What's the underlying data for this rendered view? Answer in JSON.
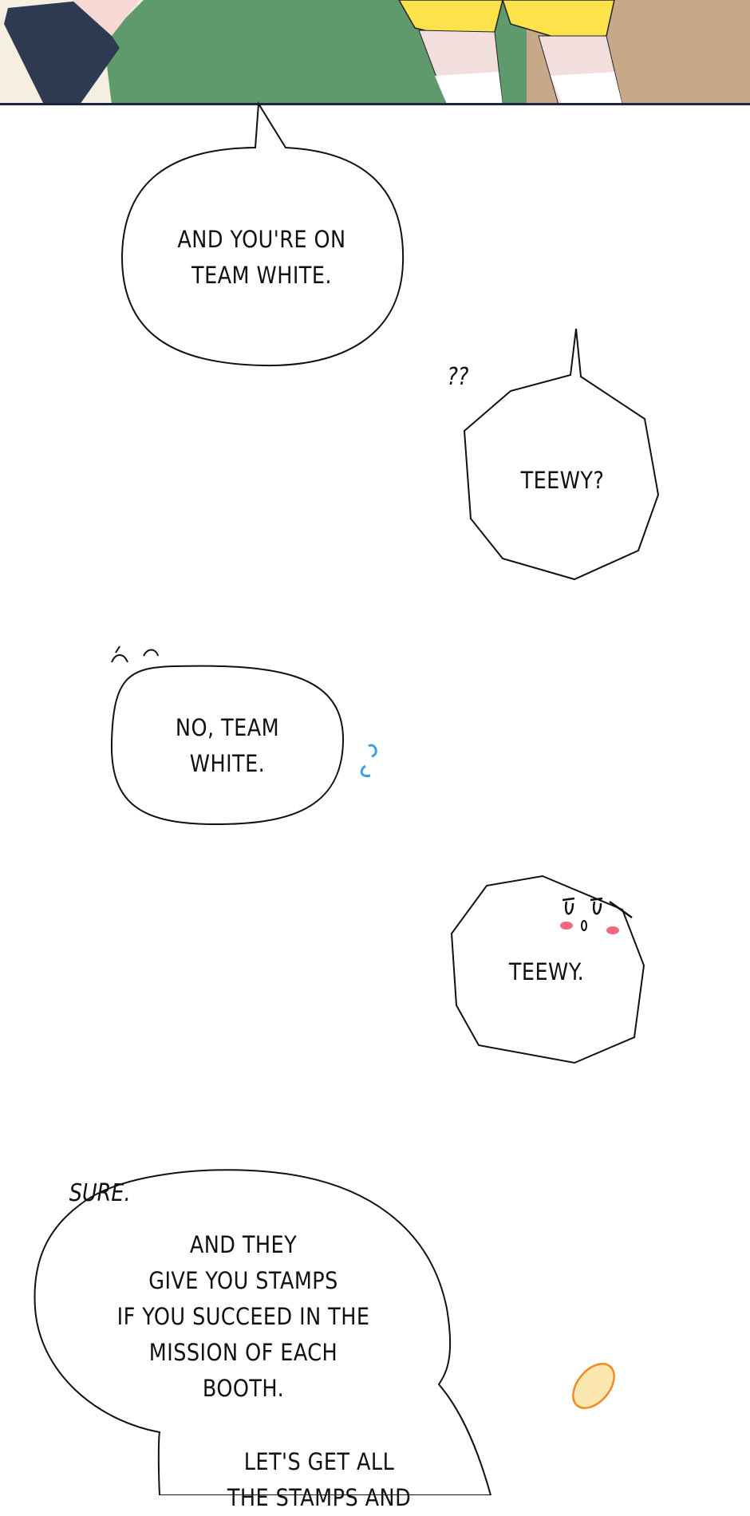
{
  "panel": {
    "colors": {
      "background": "#5f9a6c",
      "shorts": "#fde24c",
      "jacket": "#2e3a52",
      "border": "#1e2540"
    }
  },
  "bubbles": [
    {
      "lines": [
        "AND YOU'RE ON",
        "TEAM WHITE."
      ]
    },
    {
      "lines": [
        "TEEWY?"
      ],
      "sfx": "??"
    },
    {
      "lines": [
        "NO, TEAM",
        "WHITE."
      ]
    },
    {
      "lines": [
        "TEEWY."
      ]
    },
    {
      "sfx": "SURE.",
      "lines": [
        "AND THEY",
        "GIVE YOU STAMPS",
        "IF YOU SUCCEED IN THE",
        "MISSION OF EACH",
        "BOOTH."
      ],
      "lines2": [
        "LET'S GET ALL",
        "THE STAMPS AND"
      ]
    }
  ],
  "colors": {
    "sweat": "#3aa0e8",
    "blush": "#f06a7a",
    "coin_fill": "#fde7b0",
    "coin_stroke": "#f08a24"
  }
}
